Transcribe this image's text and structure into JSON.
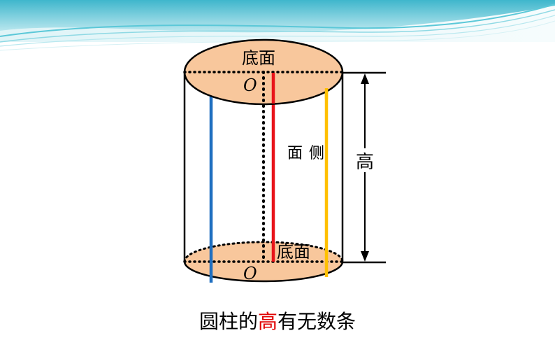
{
  "labels": {
    "top_base": "底面",
    "bottom_base": "底面",
    "center_top": "O",
    "center_bottom": "O",
    "side_char1": "侧",
    "side_char2": "面",
    "height": "高"
  },
  "caption": {
    "before": "圆柱的",
    "highlight": "高",
    "after": "有无数条"
  },
  "colors": {
    "base_fill": "#f8c79c",
    "height_highlight": "#e00000",
    "blue_line": "#1f6fc0",
    "red_line": "#e8141a",
    "yellow_line": "#ffc000",
    "header_teal": "#5bc8d8"
  }
}
